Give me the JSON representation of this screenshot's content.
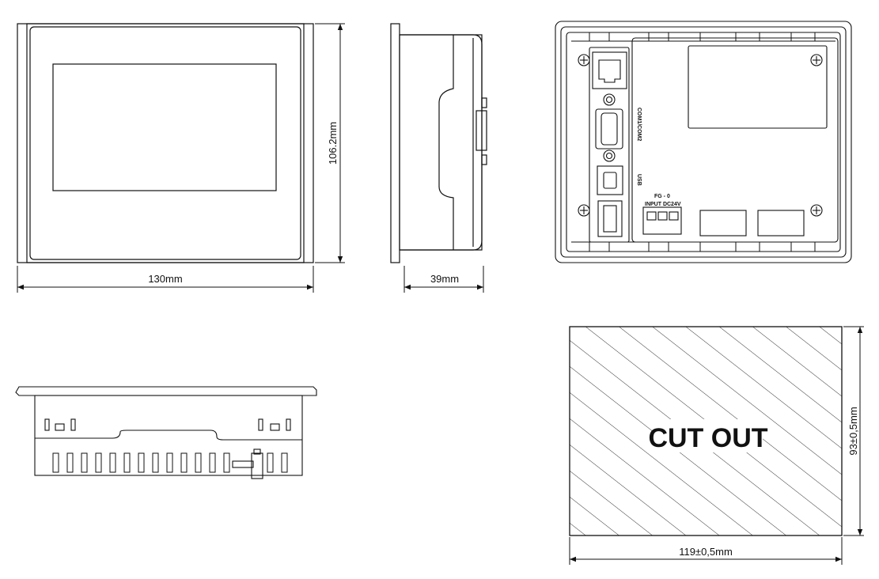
{
  "dimensions": {
    "front_width": "130mm",
    "front_height": "106.2mm",
    "side_depth": "39mm",
    "cutout_width": "119±0,5mm",
    "cutout_height": "93±0,5mm"
  },
  "rear_labels": {
    "com": "COM1/COM2",
    "usb": "USB",
    "input": "INPUT DC24V",
    "power_pins": "FG - 0"
  },
  "cutout_label": "CUT OUT"
}
